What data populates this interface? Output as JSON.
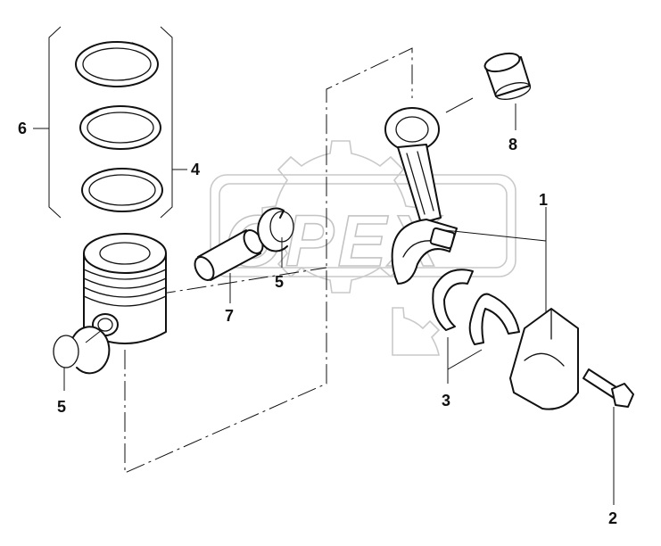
{
  "diagram": {
    "watermark": {
      "text": "OPEX"
    },
    "callouts": [
      {
        "id": "c1",
        "label": "1"
      },
      {
        "id": "c2",
        "label": "2"
      },
      {
        "id": "c3",
        "label": "3"
      },
      {
        "id": "c4",
        "label": "4"
      },
      {
        "id": "c5a",
        "label": "5"
      },
      {
        "id": "c5b",
        "label": "5"
      },
      {
        "id": "c6",
        "label": "6"
      },
      {
        "id": "c7",
        "label": "7"
      },
      {
        "id": "c8",
        "label": "8"
      }
    ]
  }
}
